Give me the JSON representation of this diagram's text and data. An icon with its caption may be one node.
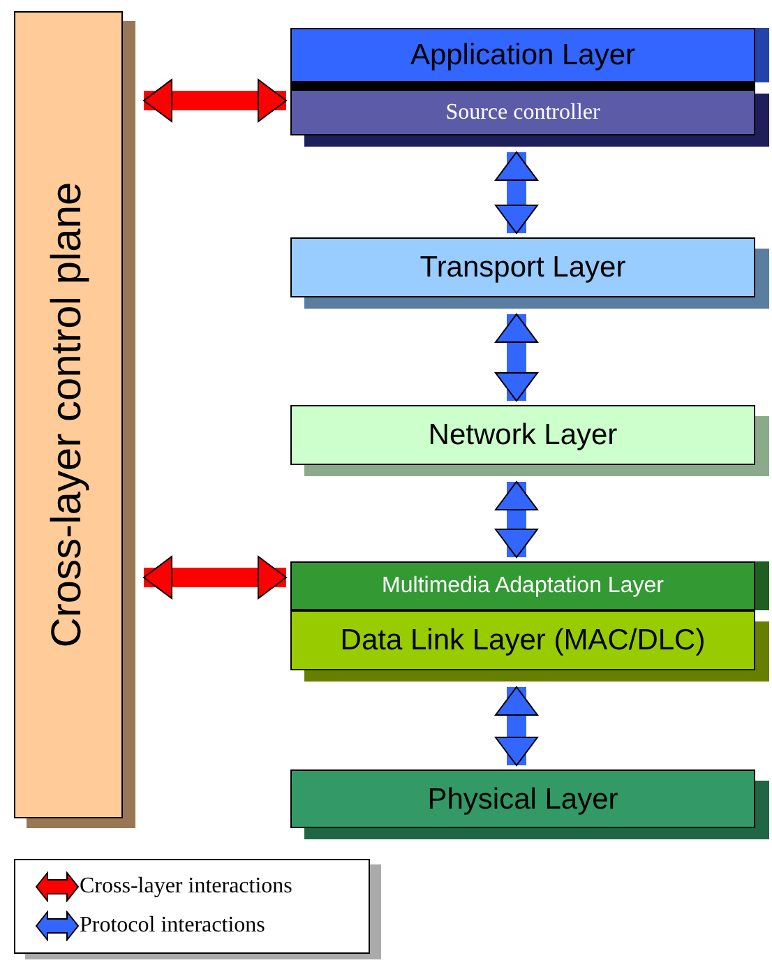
{
  "diagram": {
    "nodes": [
      {
        "text": [
          "Cross-layer control plane"
        ]
      },
      {
        "text": [
          "Application Layer"
        ]
      },
      {
        "text": [
          "Source controller"
        ]
      },
      {
        "text": [
          "Transport Layer"
        ]
      },
      {
        "text": [
          "Network Layer"
        ]
      },
      {
        "text": [
          "Multimedia Adaptation Layer"
        ]
      },
      {
        "text": [
          "Data Link Layer (MAC/DLC)"
        ]
      },
      {
        "text": [
          "Physical Layer"
        ]
      }
    ],
    "edges": [
      {
        "from": 0,
        "to": 2,
        "arrow": "both",
        "color": "#ff0000"
      },
      {
        "from": 2,
        "to": 3,
        "arrow": "both"
      },
      {
        "from": 3,
        "to": 4,
        "arrow": "both"
      },
      {
        "from": 4,
        "to": 5,
        "arrow": "both"
      },
      {
        "from": 0,
        "to": 5,
        "arrow": "both",
        "color": "#ff0000"
      },
      {
        "from": 6,
        "to": 7,
        "arrow": "both"
      }
    ],
    "legend": [
      {
        "text": "Cross-layer interactions",
        "color": "#ff0000"
      },
      {
        "text": "Protocol interactions",
        "color": "#3366ff"
      }
    ]
  }
}
